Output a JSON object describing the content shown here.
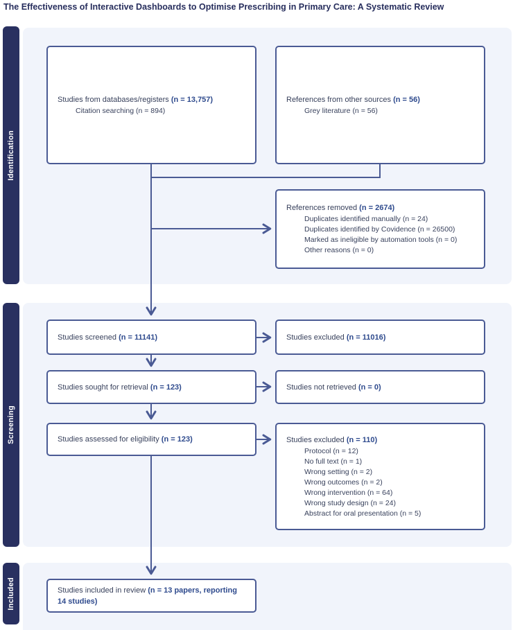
{
  "title": "The Effectiveness of Interactive Dashboards to Optimise Prescribing in Primary Care: A Systematic Review",
  "sections": {
    "identification": "Identification",
    "screening": "Screening",
    "included": "Included"
  },
  "boxes": {
    "databases": {
      "main": "Studies from databases/registers ",
      "count": "(n = 13,757)",
      "subs": [
        "Citation searching (n = 894)"
      ]
    },
    "other_sources": {
      "main": "References from other sources ",
      "count": "(n = 56)",
      "subs": [
        "Grey literature (n = 56)"
      ]
    },
    "references_removed": {
      "main": "References removed ",
      "count": "(n = 2674)",
      "subs": [
        "Duplicates identified manually (n = 24)",
        "Duplicates identified by Covidence (n = 26500)",
        "Marked as ineligible by automation tools (n = 0)",
        "Other reasons (n = 0)"
      ]
    },
    "screened": {
      "main": "Studies screened ",
      "count": "(n = 11141)"
    },
    "screened_excluded": {
      "main": "Studies excluded ",
      "count": "(n = 11016)"
    },
    "retrieval": {
      "main": "Studies sought for retrieval ",
      "count": "(n = 123)"
    },
    "not_retrieved": {
      "main": "Studies not retrieved ",
      "count": "(n = 0)"
    },
    "assessed": {
      "main": "Studies assessed for eligibility ",
      "count": "(n = 123)"
    },
    "assessed_excluded": {
      "main": "Studies excluded ",
      "count": "(n = 110)",
      "subs": [
        "Protocol (n = 12)",
        "No full text (n = 1)",
        "Wrong setting (n = 2)",
        "Wrong outcomes (n = 2)",
        "Wrong intervention (n = 64)",
        "Wrong study design (n = 24)",
        "Abstract for oral presentation (n = 5)"
      ]
    },
    "included_review": {
      "main": "Studies included in review ",
      "count": "(n = 13 papers, reporting 14 studies)"
    }
  },
  "colors": {
    "sidebar": "#293060",
    "panel": "#f1f4fb",
    "border": "#4a5a94",
    "text": "#38415c",
    "count_text": "#2e4a8d",
    "title_text": "#272e5d"
  }
}
